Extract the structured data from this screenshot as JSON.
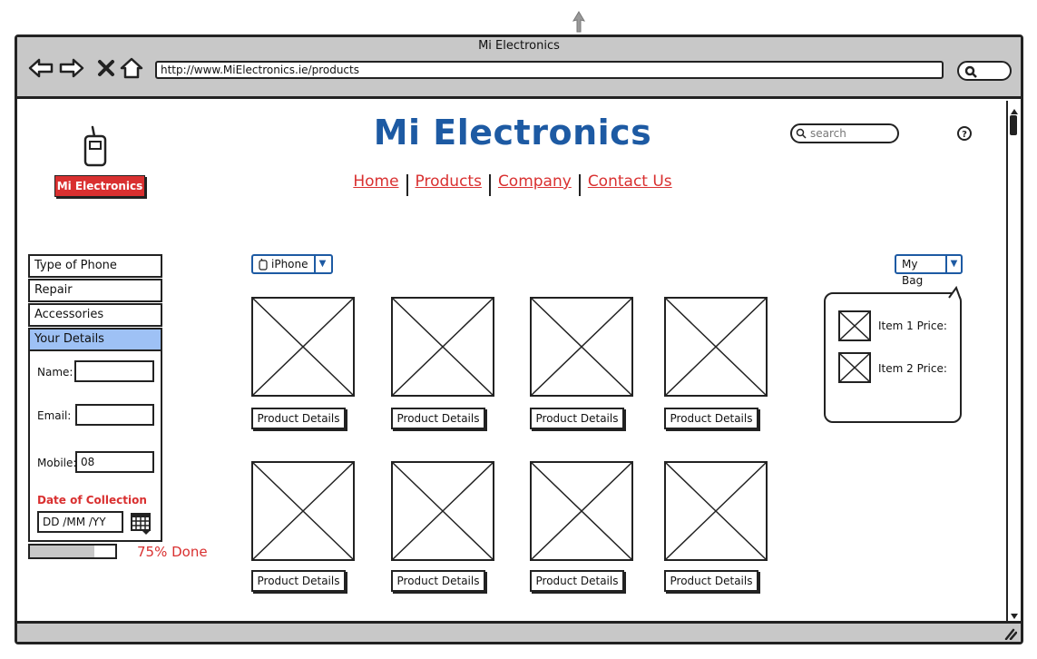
{
  "window": {
    "title": "Mi Electronics",
    "url": "http://www.MiElectronics.ie/products"
  },
  "brand": {
    "title": "Mi Electronics",
    "logo_label": "Mi Electronics"
  },
  "search": {
    "placeholder": "search"
  },
  "help": {
    "icon": "help-icon"
  },
  "nav": {
    "home": "Home",
    "products": "Products",
    "company": "Company",
    "contact": "Contact Us"
  },
  "sidebar": {
    "items": [
      {
        "label": "Type of Phone"
      },
      {
        "label": "Repair"
      },
      {
        "label": "Accessories"
      },
      {
        "label": "Your Details"
      }
    ],
    "selected_index": 3,
    "form": {
      "name_label": "Name:",
      "email_label": "Email:",
      "mobile_label": "Mobile:",
      "mobile_value": "08",
      "date_heading": "Date of Collection",
      "date_placeholder": "DD /MM /YY"
    }
  },
  "progress": {
    "percent": 75,
    "label": "75% Done"
  },
  "filter": {
    "selected": "iPhone"
  },
  "bag": {
    "label": "My Bag",
    "items": [
      {
        "label": "Item 1 Price:"
      },
      {
        "label": "Item 2 Price:"
      }
    ]
  },
  "products": {
    "button_label": "Product Details"
  },
  "colors": {
    "accent_red": "#d93030",
    "brand_blue": "#1d5aa3",
    "selected_blue": "#9ec1f5"
  }
}
